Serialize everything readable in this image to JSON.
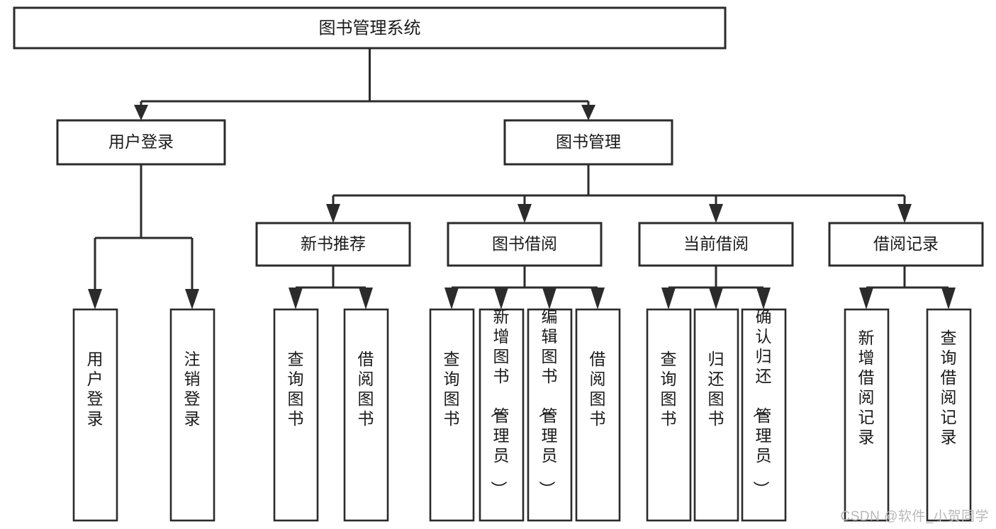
{
  "diagram": {
    "type": "tree",
    "title": "图书管理系统",
    "watermark": "CSDN @软件_小贺同学",
    "colors": {
      "stroke": "#2b2b2b",
      "fill": "#ffffff",
      "text": "#1a1a1a",
      "watermark": "#b9b9b9"
    },
    "levels": {
      "root": {
        "label": "图书管理系统"
      },
      "level2": [
        {
          "label": "用户登录"
        },
        {
          "label": "图书管理"
        }
      ],
      "level3": [
        {
          "label": "新书推荐"
        },
        {
          "label": "图书借阅"
        },
        {
          "label": "当前借阅"
        },
        {
          "label": "借阅记录"
        }
      ]
    },
    "leaves": {
      "user_login": [
        {
          "label": "用户登录"
        },
        {
          "label": "注销登录"
        }
      ],
      "new_book_recommend": [
        {
          "label": "查询图书"
        },
        {
          "label": "借阅图书"
        }
      ],
      "book_borrow": [
        {
          "label": "查询图书"
        },
        {
          "label": "新增图书（管理员）"
        },
        {
          "label": "编辑图书（管理员）"
        },
        {
          "label": "借阅图书"
        }
      ],
      "current_borrow": [
        {
          "label": "查询图书"
        },
        {
          "label": "归还图书"
        },
        {
          "label": "确认归还（管理员）"
        }
      ],
      "borrow_record": [
        {
          "label": "新增借阅记录"
        },
        {
          "label": "查询借阅记录"
        }
      ]
    }
  }
}
